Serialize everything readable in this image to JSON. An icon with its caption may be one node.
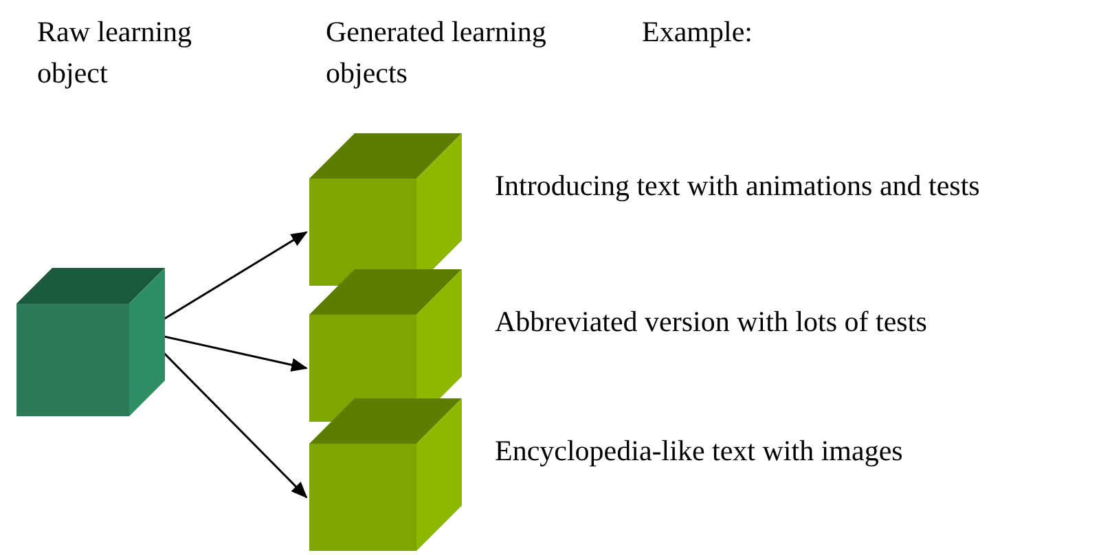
{
  "diagram": {
    "nodes": [
      {
        "text": [],
        "shape": "cube"
      },
      {
        "text": [],
        "shape": "cube",
        "beside": [
          "Introducing text with animations and tests"
        ]
      },
      {
        "text": [],
        "shape": "cube",
        "beside": [
          "Abbreviated version with lots of tests"
        ]
      },
      {
        "text": [],
        "shape": "cube",
        "beside": [
          "Encyclopedia-like text with images"
        ]
      }
    ],
    "edges": [
      {
        "from": 0,
        "to": 1,
        "arrow": "to"
      },
      {
        "from": 0,
        "to": 2,
        "arrow": "to"
      },
      {
        "from": 0,
        "to": 3,
        "arrow": "to"
      }
    ],
    "labels": [
      "Raw learning object",
      "Generated learning objects",
      "Example:"
    ]
  }
}
